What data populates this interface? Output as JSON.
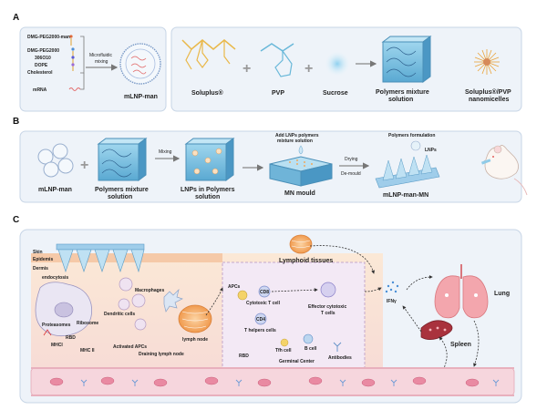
{
  "sections": {
    "a": "A",
    "b": "B",
    "c": "C"
  },
  "panel_a": {
    "lipids": [
      "DMG-PEG2000-man",
      "DMG-PEG2000",
      "306O10",
      "DOPE",
      "Cholesterol"
    ],
    "mrna": "mRNA",
    "mixing_line1": "Microfluidic",
    "mixing_line2": "mixing",
    "lnp": "mLNP-man",
    "soluplus": "Soluplus®",
    "pvp": "PVP",
    "sucrose": "Sucrose",
    "polymers_line1": "Polymers mixture",
    "polymers_line2": "solution",
    "nano_line1": "Soluplus®/PVP",
    "nano_line2": "nanomicelles"
  },
  "panel_b": {
    "lnp": "mLNP-man",
    "polymers_line1": "Polymers mixture",
    "polymers_line2": "solution",
    "mixing": "Mixing",
    "lnps_line1": "LNPs in Polymers",
    "lnps_line2": "solution",
    "add_line1": "Add LNPs polymers",
    "add_line2": "mixture solution",
    "mould": "MN mould",
    "drying": "Drying",
    "demould": "De-mould",
    "formulation": "Polymers formulation",
    "lnps": "LNPs",
    "mn": "mLNP-man-MN"
  },
  "panel_c": {
    "skin": "Skin",
    "epidermis": "Epidemis",
    "dermis": "Dermis",
    "endocytosis": "endocytosis",
    "proteasomes": "Proteasomes",
    "ribosome": "Ribosome",
    "rbd": "RBD",
    "mhc1": "MHCI",
    "mhc2": "MHC II",
    "macrophages": "Macrophages",
    "dendritic": "Dendritic cells",
    "activated": "Activated APCs",
    "lymph_node": "lymph node",
    "draining": "Draining lymph node",
    "lymphoid": "Lymphoid tissues",
    "apcs": "APCs",
    "cd8": "CD8",
    "cytotoxic": "Cytotoxic T cell",
    "effector_line1": "Effector cytotoxic",
    "effector_line2": "T cells",
    "cd4": "CD4",
    "thelper": "T helpers cells",
    "tfh": "Tfh cell",
    "bcell": "B cell",
    "rbd2": "RBD",
    "germinal": "Germinal Center",
    "antibodies": "Antibodies",
    "ifn": "IFNγ",
    "spleen": "Spleen",
    "lung": "Lung"
  },
  "colors": {
    "panel_bg": "#eef3f9",
    "panel_border": "#b9c9dc",
    "vessel": "#f3c9d3",
    "rbc": "#e98aa2",
    "lung": "#f3a6ad",
    "spleen": "#a9323d",
    "lymph": "#f4a460"
  }
}
